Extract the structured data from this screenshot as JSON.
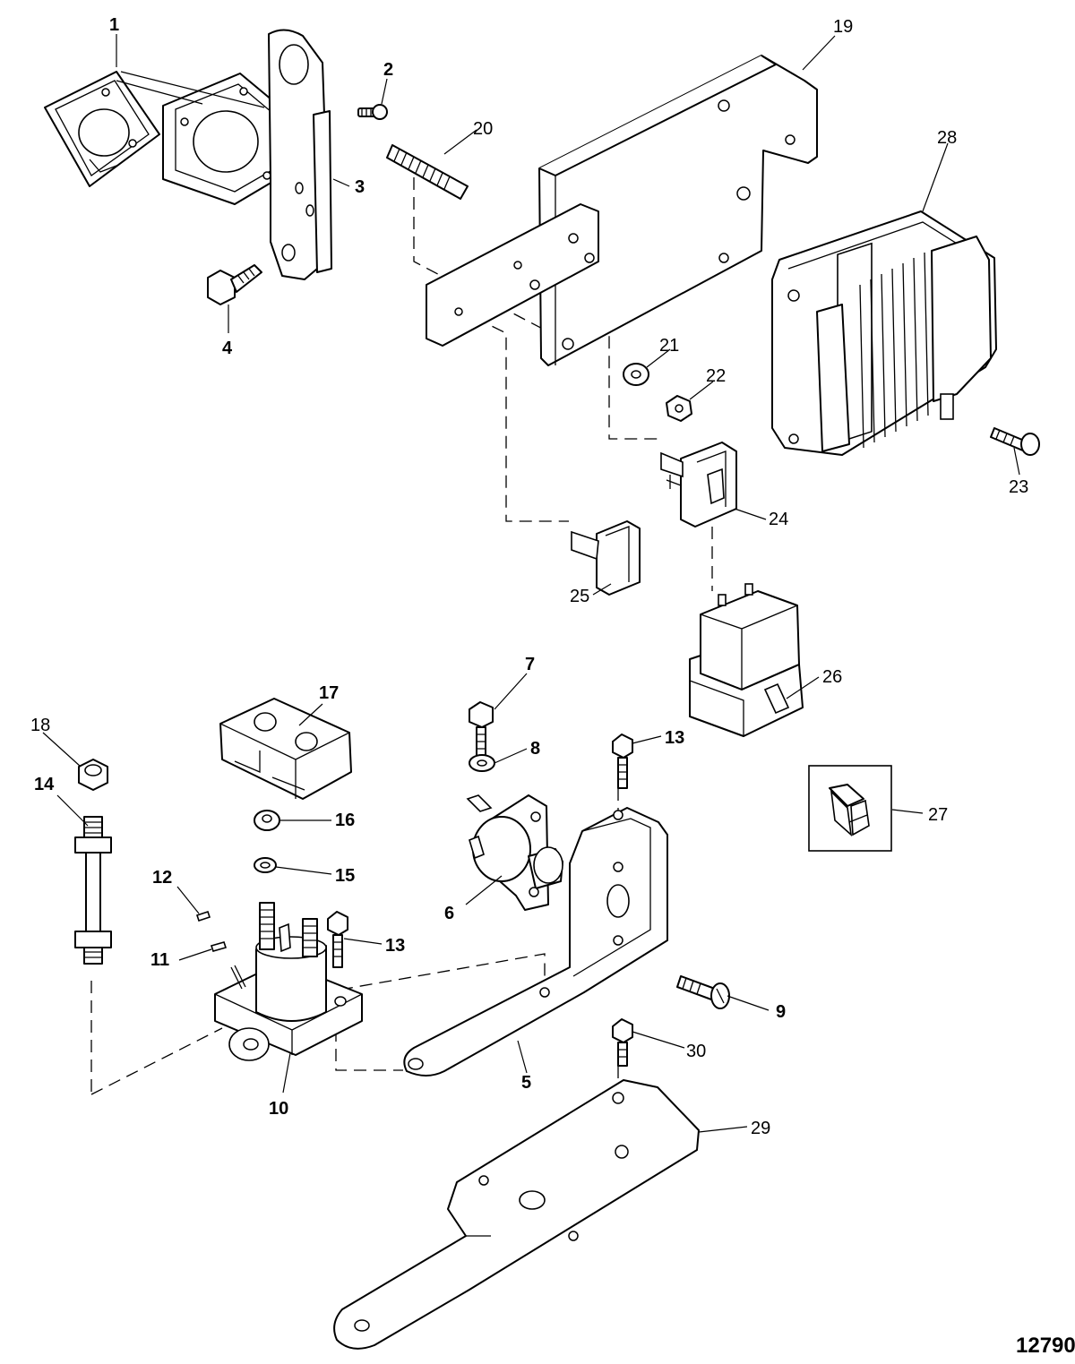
{
  "figure_number": "12790",
  "callouts": {
    "c1": "1",
    "c2": "2",
    "c3": "3",
    "c4": "4",
    "c5": "5",
    "c6": "6",
    "c7": "7",
    "c8": "8",
    "c9": "9",
    "c10": "10",
    "c11": "11",
    "c12": "12",
    "c13a": "13",
    "c13b": "13",
    "c14": "14",
    "c15": "15",
    "c16": "16",
    "c17": "17",
    "c18": "18",
    "c19": "19",
    "c20": "20",
    "c21": "21",
    "c22": "22",
    "c23": "23",
    "c24": "24",
    "c25": "25",
    "c26": "26",
    "c27": "27",
    "c28": "28",
    "c29": "29",
    "c30": "30"
  }
}
